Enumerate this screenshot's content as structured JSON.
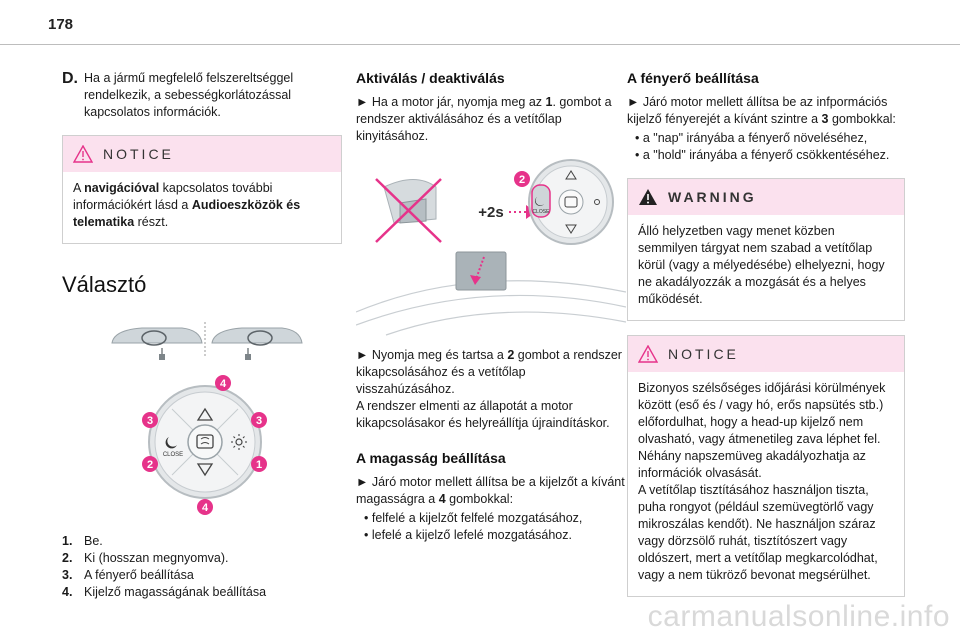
{
  "page": {
    "number": "178"
  },
  "col1": {
    "item_d": {
      "key": "D.",
      "text": "Ha a jármű megfelelő felszereltséggel rendelkezik, a sebességkorlátozással kapcsolatos információk."
    },
    "notice": {
      "title": "NOTICE",
      "text_a": "A ",
      "bold_a": "navigációval",
      "text_b": " kapcsolatos további információkért lásd a ",
      "bold_b": "Audioeszközök és telematika",
      "text_c": " részt."
    },
    "section_title": "Választó",
    "legend": [
      {
        "n": "1.",
        "label": "Be."
      },
      {
        "n": "2.",
        "label": "Ki (hosszan megnyomva)."
      },
      {
        "n": "3.",
        "label": "A fényerő beállítása"
      },
      {
        "n": "4.",
        "label": "Kijelző magasságának beállítása"
      }
    ],
    "figure_badges": [
      "4",
      "3",
      "3",
      "2",
      "1",
      "4"
    ],
    "figure_close_label": "CLOSE"
  },
  "col2": {
    "activation_title": "Aktiválás / deaktiválás",
    "activation_a": "► Ha a motor jár, nyomja meg az ",
    "activation_bold": "1",
    "activation_b": ". gombot a rendszer aktiválásához és a vetítőlap kinyitásához.",
    "figure_press_label": "+2s",
    "figure_badge": "2",
    "figure_close_label": "CLOSE",
    "hold_a": "► Nyomja meg és tartsa a ",
    "hold_bold": "2",
    "hold_b": " gombot a rendszer kikapcsolásához és a vetítőlap visszahúzásához.",
    "hold_c": "A rendszer elmenti az állapotát a motor kikapcsolásakor és helyreállítja újraindításkor.",
    "height_title": "A magasság beállítása",
    "height_a": "► Járó motor mellett állítsa be a kijelzőt a kívánt magasságra a ",
    "height_bold": "4",
    "height_b": " gombokkal:",
    "height_bullets": [
      "felfelé a kijelzőt felfelé mozgatásához,",
      "lefelé a kijelző lefelé mozgatásához."
    ]
  },
  "col3": {
    "brightness_title": "A fényerő beállítása",
    "brightness_a": "► Járó motor mellett állítsa be az infpormációs kijelző fényerejét a kívánt szintre a ",
    "brightness_bold": "3",
    "brightness_b": " gombokkal:",
    "brightness_bullets": [
      "a \"nap\" irányába a fényerő növeléséhez,",
      "a \"hold\" irányába a fényerő csökkentéséhez."
    ],
    "warning": {
      "title": "WARNING",
      "text": "Álló helyzetben vagy menet közben semmilyen tárgyat nem szabad a vetítőlap körül (vagy a mélyedésébe) elhelyezni, hogy ne akadályozzák a mozgását és a helyes működését."
    },
    "notice": {
      "title": "NOTICE",
      "p1": "Bizonyos szélsőséges időjárási körülmények között (eső és / vagy hó, erős napsütés stb.) előfordulhat, hogy a head-up kijelző nem olvasható, vagy átmenetileg zava léphet fel. Néhány napszemüveg akadályozhatja az információk olvasását.",
      "p2": "A vetítőlap tisztításához használjon tiszta, puha rongyot (például szemüvegtörlő vagy mikroszálas kendőt). Ne használjon száraz vagy dörzsölő ruhát, tisztítószert vagy oldószert, mert a vetítőlap megkarcolódhat, vagy a nem tükröző bevonat megsérülhet."
    }
  },
  "watermark": "carmanualsonline.info",
  "colors": {
    "accent_pink": "#e6338a",
    "notice_bg": "#fbe1ee",
    "warning_red": "#e0362b"
  }
}
